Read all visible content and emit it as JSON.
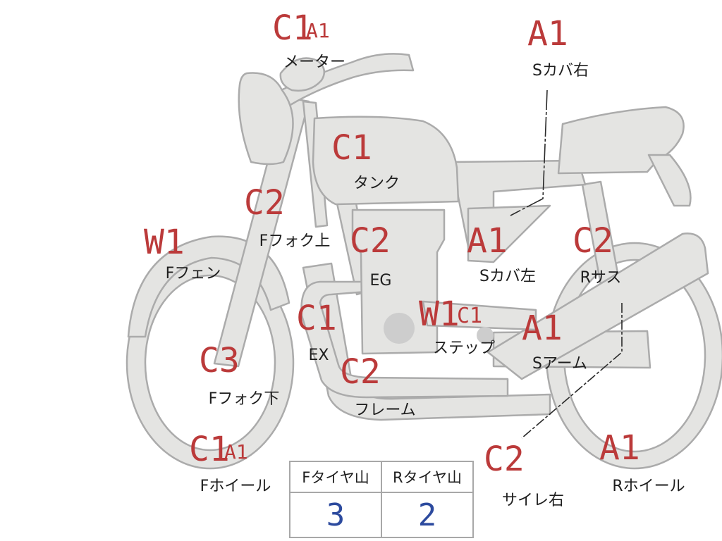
{
  "colors": {
    "part_fill": "#e4e4e2",
    "part_stroke": "#ababab",
    "grade_text": "#bb3a3a",
    "label_text": "#1e1e1e",
    "tyre_value_text": "#2c4a9e"
  },
  "parts": {
    "meter": {
      "label": "メーター",
      "grades": [
        "C1",
        "A1"
      ]
    },
    "side_cover_right": {
      "label": "Sカバ右",
      "grades": [
        "A1"
      ]
    },
    "tank": {
      "label": "タンク",
      "grades": [
        "C1"
      ]
    },
    "front_fork_upper": {
      "label": "Fフォク上",
      "grades": [
        "C2"
      ]
    },
    "front_fender": {
      "label": "Fフェン",
      "grades": [
        "W1"
      ]
    },
    "engine": {
      "label": "EG",
      "grades": [
        "C2"
      ]
    },
    "side_cover_left": {
      "label": "Sカバ左",
      "grades": [
        "A1"
      ]
    },
    "rear_suspension": {
      "label": "Rサス",
      "grades": [
        "C2"
      ]
    },
    "exhaust": {
      "label": "EX",
      "grades": [
        "C1"
      ]
    },
    "step": {
      "label": "ステップ",
      "grades": [
        "W1",
        "C1"
      ]
    },
    "swing_arm": {
      "label": "Sアーム",
      "grades": [
        "A1"
      ]
    },
    "front_fork_lower": {
      "label": "Fフォク下",
      "grades": [
        "C3"
      ]
    },
    "frame": {
      "label": "フレーム",
      "grades": [
        "C2"
      ]
    },
    "front_wheel": {
      "label": "Fホイール",
      "grades": [
        "C1",
        "A1"
      ]
    },
    "silencer_right": {
      "label": "サイレ右",
      "grades": [
        "C2"
      ]
    },
    "rear_wheel": {
      "label": "Rホイール",
      "grades": [
        "A1"
      ]
    }
  },
  "tyre_table": {
    "headers": [
      "Fタイヤ山",
      "Rタイヤ山"
    ],
    "values": [
      "3",
      "2"
    ]
  }
}
